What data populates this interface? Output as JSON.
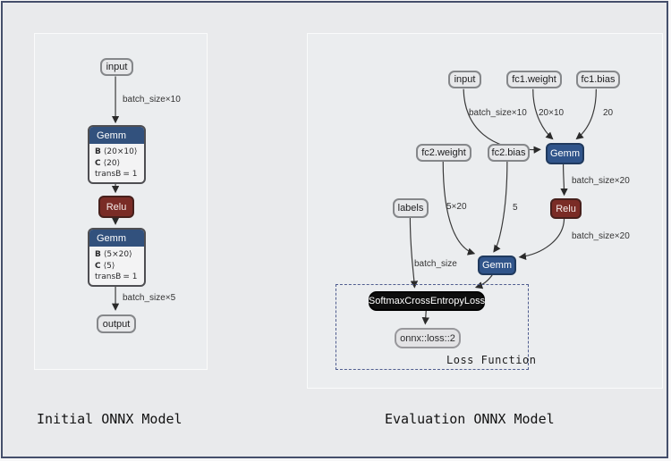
{
  "colors": {
    "background": "#e9eaec",
    "frame_border": "#454f6b",
    "gemm_header_blue": "#32517d",
    "gemm_node_blue": "#30548a",
    "relu_red": "#7a2c26",
    "softmax_black": "#0d0d0d",
    "loss_dashed": "#4f5d8f",
    "edge": "#3a3a3a"
  },
  "captions": {
    "left": "Initial ONNX Model",
    "right": "Evaluation ONNX Model"
  },
  "left_diagram": {
    "nodes": {
      "input": {
        "label": "input"
      },
      "gemm1": {
        "title": "Gemm",
        "attrs": [
          {
            "key": "B",
            "value": "⟨20×10⟩"
          },
          {
            "key": "C",
            "value": "⟨20⟩"
          },
          {
            "key": "transB",
            "value": "= 1"
          }
        ]
      },
      "relu": {
        "label": "Relu"
      },
      "gemm2": {
        "title": "Gemm",
        "attrs": [
          {
            "key": "B",
            "value": "⟨5×20⟩"
          },
          {
            "key": "C",
            "value": "⟨5⟩"
          },
          {
            "key": "transB",
            "value": "= 1"
          }
        ]
      },
      "output": {
        "label": "output"
      }
    },
    "edge_labels": {
      "input_to_gemm1": "batch_size×10",
      "gemm2_to_output": "batch_size×5"
    }
  },
  "right_diagram": {
    "nodes": {
      "input": {
        "label": "input"
      },
      "fc1_weight": {
        "label": "fc1.weight"
      },
      "fc1_bias": {
        "label": "fc1.bias"
      },
      "fc2_weight": {
        "label": "fc2.weight"
      },
      "fc2_bias": {
        "label": "fc2.bias"
      },
      "labels": {
        "label": "labels"
      },
      "gemm1": {
        "label": "Gemm"
      },
      "relu": {
        "label": "Relu"
      },
      "gemm2": {
        "label": "Gemm"
      },
      "softmax": {
        "label": "SoftmaxCrossEntropyLoss"
      },
      "loss_output": {
        "label": "onnx::loss::2"
      }
    },
    "edge_labels": {
      "input_to_gemm1": "batch_size×10",
      "fc1_weight_to_gemm1": "20×10",
      "fc1_bias_to_gemm1": "20",
      "gemm1_to_relu": "batch_size×20",
      "relu_to_gemm2": "batch_size×20",
      "fc2_weight_to_gemm2": "5×20",
      "fc2_bias_to_gemm2": "5",
      "labels_to_softmax": "batch_size"
    },
    "loss_group_label": "Loss Function"
  }
}
